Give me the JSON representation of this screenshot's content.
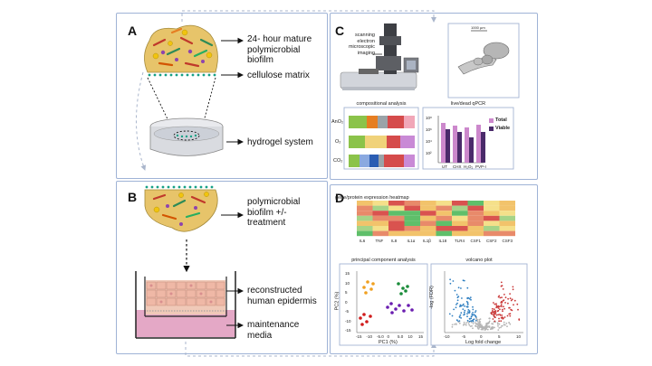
{
  "panels": {
    "a": "A",
    "b": "B",
    "c": "C",
    "d": "D"
  },
  "panel_a": {
    "biofilm_label": "24- hour mature polymicrobial biofilm",
    "matrix_label": "cellulose matrix",
    "hydrogel_label": "hydrogel system"
  },
  "panel_b": {
    "biofilm_label": "polymicrobial biofilm +/- treatment",
    "epidermis_label": "reconstructed human epidermis",
    "media_label": "maintenance media"
  },
  "panel_c": {
    "sem_label": "scanning electron microscopic imaging",
    "scale_text": "1000 µm",
    "comp_title": "compositional analysis",
    "comp_rows": [
      "AnO₂",
      "O₂",
      "CO₂"
    ],
    "qpcr_title": "live/dead qPCR",
    "qpcr_ticks": [
      "10⁸",
      "10⁶",
      "10⁴",
      "10²"
    ],
    "qpcr_categories": [
      "UT",
      "CHX",
      "H₂O₂",
      "PVP-I"
    ],
    "legend_total": "Total",
    "legend_viable": "Viable",
    "colors": {
      "total": "#cc88cc",
      "viable": "#4a2a6a"
    }
  },
  "panel_d": {
    "heatmap_title": "gene/protein expression heatmap",
    "heatmap_cols": [
      "IL6",
      "TNF",
      "IL8",
      "IL1α",
      "IL1β",
      "IL18",
      "TLR4",
      "CSF1",
      "CSF2",
      "CSF3"
    ],
    "pca_title": "principal component analysis",
    "pca_ylabel": "PC2 (%)",
    "pca_xlabel": "PC1 (%)",
    "pca_yticks": [
      "15",
      "10",
      "5",
      "0",
      "-5",
      "-10",
      "-15"
    ],
    "pca_xticks": [
      "-15",
      "-10",
      "-5.0",
      "0",
      "5.0",
      "10",
      "15"
    ],
    "volcano_title": "volcano plot",
    "volcano_ylabel": "-log (FDR)",
    "volcano_xlabel": "Log fold change",
    "volcano_xticks": [
      "-10",
      "-5",
      "0",
      "5",
      "10"
    ]
  }
}
